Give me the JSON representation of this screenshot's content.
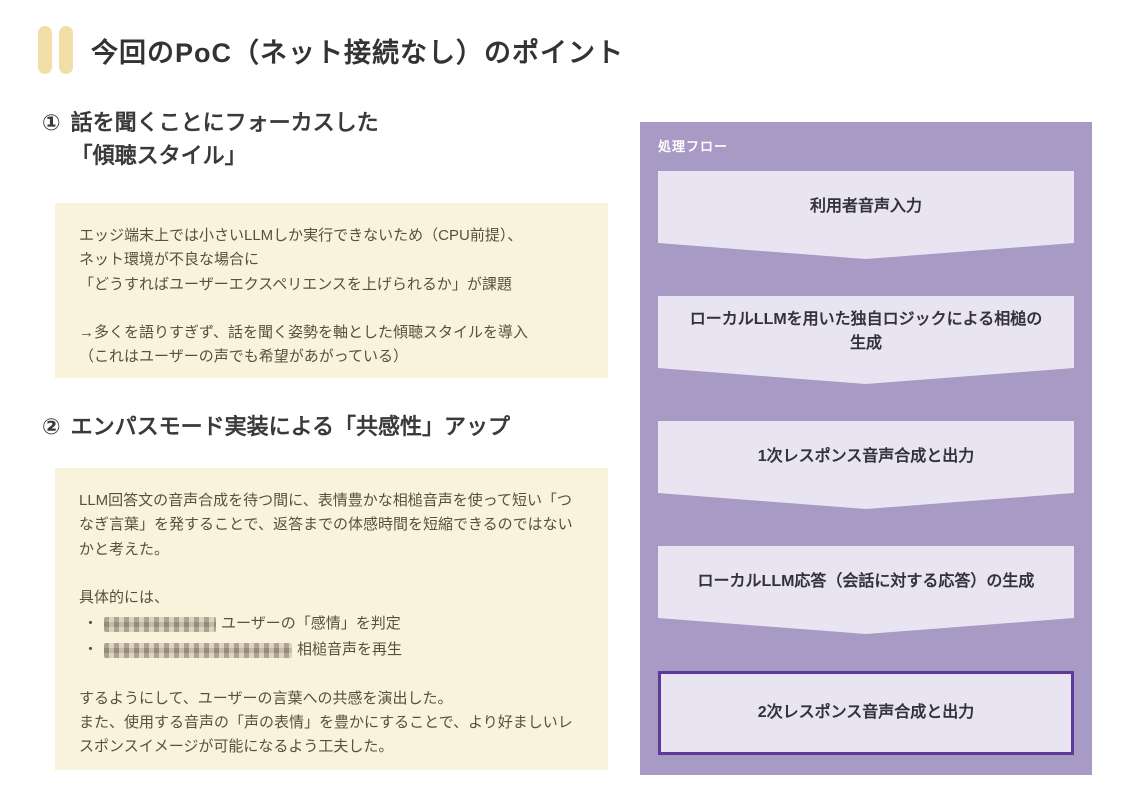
{
  "title": "今回のPoC（ネット接続なし）のポイント",
  "sections": [
    {
      "number": "①",
      "heading": "話を聞くことにフォーカスした\n「傾聴スタイル」",
      "note": "エッジ端末上では小さいLLMしか実行できないため（CPU前提）、\nネット環境が不良な場合に\n「どうすればユーザーエクスペリエンスを上げられるか」が課題\n\n→多くを語りすぎず、話を聞く姿勢を軸とした傾聴スタイルを導入\n（これはユーザーの声でも希望があがっている）"
    },
    {
      "number": "②",
      "heading": "エンパスモード実装による「共感性」アップ",
      "para1": "LLM回答文の音声合成を待つ間に、表情豊かな相槌音声を使って短い「つなぎ言葉」を発することで、返答までの体感時間を短縮できるのではないかと考えた。",
      "para2_intro": "具体的には、",
      "bullets": [
        {
          "marker": "・",
          "text": "ユーザーの「感情」を判定"
        },
        {
          "marker": "・",
          "text": "相槌音声を再生"
        }
      ],
      "para3": "するようにして、ユーザーの言葉への共感を演出した。\nまた、使用する音声の「声の表情」を豊かにすることで、より好ましいレスポンスイメージが可能になるよう工夫した。"
    }
  ],
  "flow": {
    "label": "処理フロー",
    "steps": [
      "利用者音声入力",
      "ローカルLLMを用いた独自ロジックによる相槌の生成",
      "1次レスポンス音声合成と出力",
      "ローカルLLM応答（会話に対する応答）の生成",
      "2次レスポンス音声合成と出力"
    ]
  },
  "colors": {
    "accent_beige": "#F2DFA8",
    "note_background": "#FAF3DC",
    "panel_purple": "#A79AC4",
    "step_background": "#E8E4F1",
    "final_step_border": "#5D3A9B"
  }
}
